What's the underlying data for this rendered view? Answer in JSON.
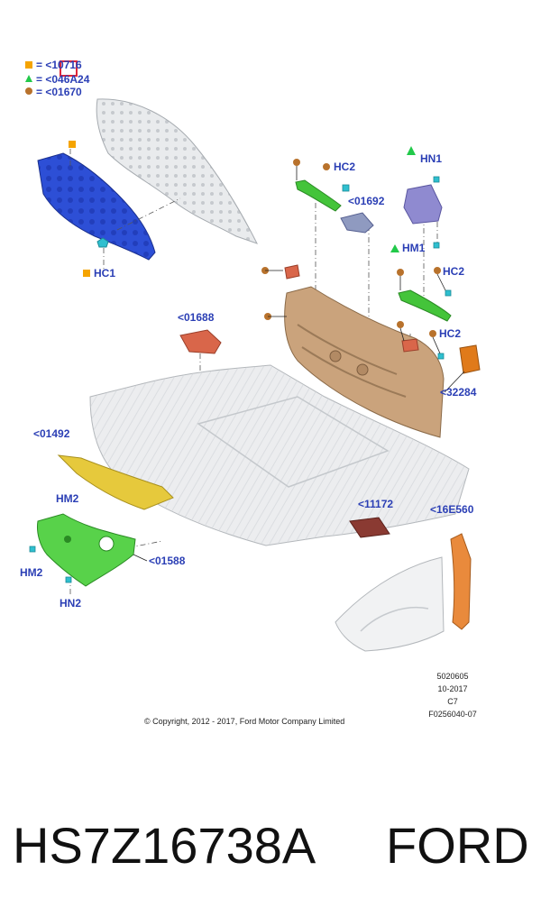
{
  "legend": [
    {
      "symbol": "square",
      "color": "#f5a400",
      "text": "= <10716"
    },
    {
      "symbol": "triangle",
      "color": "#22c94a",
      "text": "= <046A24"
    },
    {
      "symbol": "circle",
      "color": "#b8722c",
      "text": "= <01670"
    }
  ],
  "callouts": {
    "hc1": "HC1",
    "hc2_top": "HC2",
    "c01692": "<01692",
    "hn1": "HN1",
    "hm1": "HM1",
    "hc2_mid": "HC2",
    "c01688": "<01688",
    "hc2_low": "HC2",
    "c32284": "<32284",
    "c01492": "<01492",
    "hm2_a": "HM2",
    "c11172": "<11172",
    "c16e560": "<16E560",
    "hm2_b": "HM2",
    "c01588": "<01588",
    "hn2": "HN2"
  },
  "meta": {
    "line1": "5020605",
    "line2": "10-2017",
    "line3": "C7",
    "line4": "F0256040-07"
  },
  "copyright": "© Copyright, 2012 - 2017, Ford Motor Company Limited",
  "caption": {
    "part_number": "HS7Z16738A",
    "brand": "FORD"
  },
  "colors": {
    "label_blue": "#2b3fb5",
    "hood_insulator_blue": "#2d4fd6",
    "seal_green": "#44c43a",
    "cowl_tan": "#caa37c",
    "pad_salmon": "#d9664a",
    "bracket_lavender": "#8f8ad0",
    "yellow_panel": "#e6c93c",
    "orange_block": "#e07a1a",
    "fender_seal_orange": "#e98a3c",
    "maroon_pad": "#8a3a32",
    "clip_cyan": "#2fbfcf"
  }
}
